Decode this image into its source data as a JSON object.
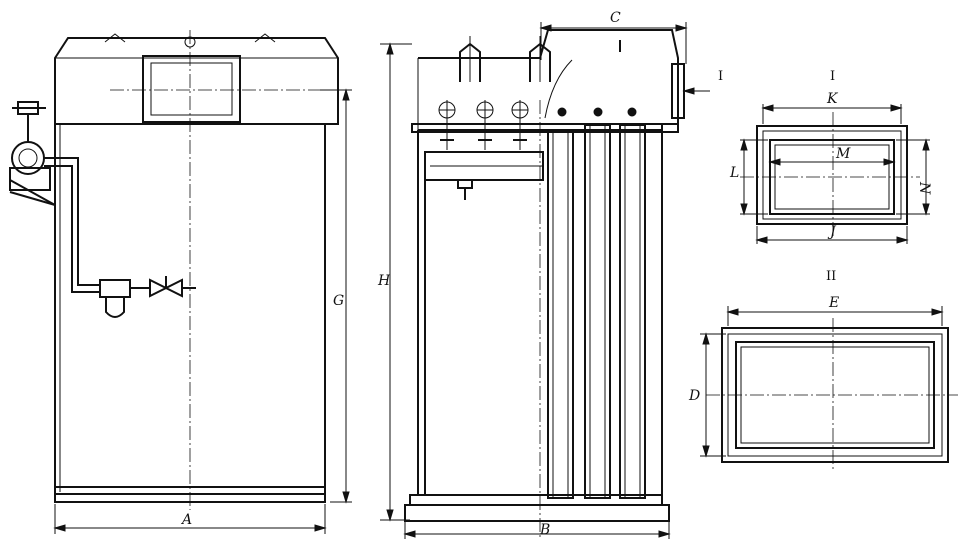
{
  "dimension_labels": {
    "A": "A",
    "B": "B",
    "C": "C",
    "D": "D",
    "E": "E",
    "G": "G",
    "H": "H",
    "K": "K",
    "L": "L",
    "M": "M",
    "N": "N",
    "J": "J"
  },
  "section_labels": {
    "arrow_mark": "I",
    "section_1": "I",
    "section_2": "II"
  }
}
